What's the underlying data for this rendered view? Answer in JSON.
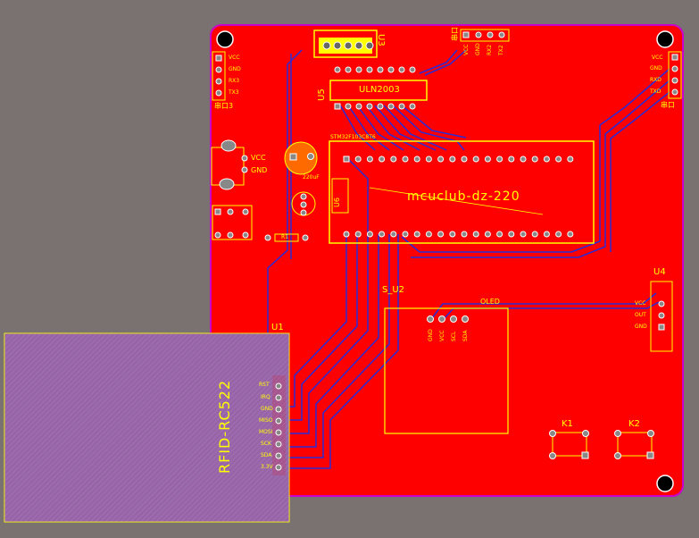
{
  "board": {
    "background": "#7a7270",
    "board_color": "#ff0000",
    "silk_color": "#ffff00",
    "trace_color": "#2b2bd6",
    "outline_color": "#cc00cc",
    "title": "mcuclub-dz-220"
  },
  "components": {
    "u3": {
      "ref": "U3"
    },
    "u5": {
      "ref": "U5",
      "part": "ULN2003"
    },
    "header_top": {
      "ref": "串口",
      "pins": [
        "VCC",
        "GND",
        "RX2",
        "TX2"
      ]
    },
    "header_left": {
      "ref": "串口3",
      "pins": [
        "VCC",
        "GND",
        "RX3",
        "TX3"
      ]
    },
    "header_right": {
      "ref": "串口",
      "pins": [
        "VCC",
        "GND",
        "RXD",
        "TXD"
      ]
    },
    "power": {
      "pins": [
        "VCC",
        "GND"
      ]
    },
    "cap": {
      "value": "220uF"
    },
    "mcu": {
      "ref": "U6",
      "pin_header_text": "STM32F103C8T6"
    },
    "s_u2": {
      "ref": "S_U2"
    },
    "oled": {
      "ref": "OLED",
      "pins": [
        "GND",
        "VCC",
        "SCL",
        "SDA"
      ]
    },
    "u4": {
      "ref": "U4",
      "pins": [
        "VCC",
        "OUT",
        "GND"
      ]
    },
    "u1": {
      "ref": "U1",
      "module": "RFID-RC522",
      "pins": [
        "RST",
        "IRQ",
        "GND",
        "MISO",
        "MOSI",
        "SCK",
        "SDA",
        "3.3V"
      ]
    },
    "k1": {
      "ref": "K1"
    },
    "k2": {
      "ref": "K2"
    },
    "r1": {
      "ref": "R1"
    }
  }
}
